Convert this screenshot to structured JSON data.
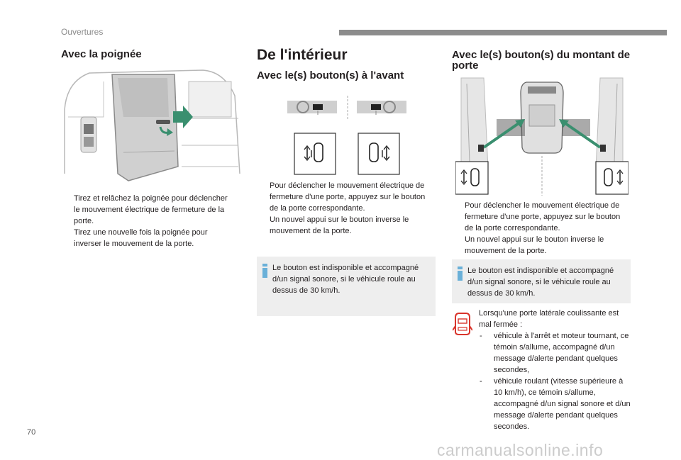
{
  "header": {
    "section_title": "Ouvertures"
  },
  "page_number": "70",
  "watermark": "carmanualsonline.info",
  "col1": {
    "title": "Avec la poignée",
    "items": [
      "Tirez et relâchez la poignée pour déclencher le mouvement électrique de fermeture de la porte.",
      "Tirez une nouvelle fois la poignée pour inverser le mouvement de la porte."
    ]
  },
  "col2": {
    "title": "De l'intérieur",
    "subtitle": "Avec le(s) bouton(s) à l'avant",
    "items": [
      "Pour déclencher le mouvement électrique de fermeture d'une porte, appuyez sur le bouton de la porte correspondante.",
      "Un nouvel appui sur le bouton inverse le mouvement de la porte."
    ],
    "info": "Le bouton est indisponible et accompagné d/un signal sonore, si le véhicule roule au dessus de 30 km/h."
  },
  "col3": {
    "title": "Avec le(s) bouton(s) du montant de porte",
    "items": [
      "Pour déclencher le mouvement électrique de fermeture d'une porte, appuyez sur le bouton de la porte correspondante.",
      "Un nouvel appui sur le bouton inverse le mouvement de la porte."
    ],
    "info": "Le bouton est indisponible et accompagné d/un signal sonore, si le véhicule roule au dessus de 30 km/h.",
    "warning_intro": "Lorsqu'une porte latérale coulissante est mal fermée :",
    "warning_items": [
      "véhicule à l'arrêt et moteur tournant, ce témoin s/allume, accompagné d/un message d/alerte pendant quelques secondes,",
      "véhicule roulant (vitesse supérieure à 10 km/h), ce témoin s/allume, accompagné d/un signal sonore et d/un message d/alerte pendant quelques secondes."
    ]
  },
  "symbols": {
    "bullet": "",
    "dash": "-"
  },
  "colors": {
    "accent_blue": "#6ab0d8",
    "warning_red": "#d9342b",
    "arrow_green": "#3a8f6f"
  }
}
